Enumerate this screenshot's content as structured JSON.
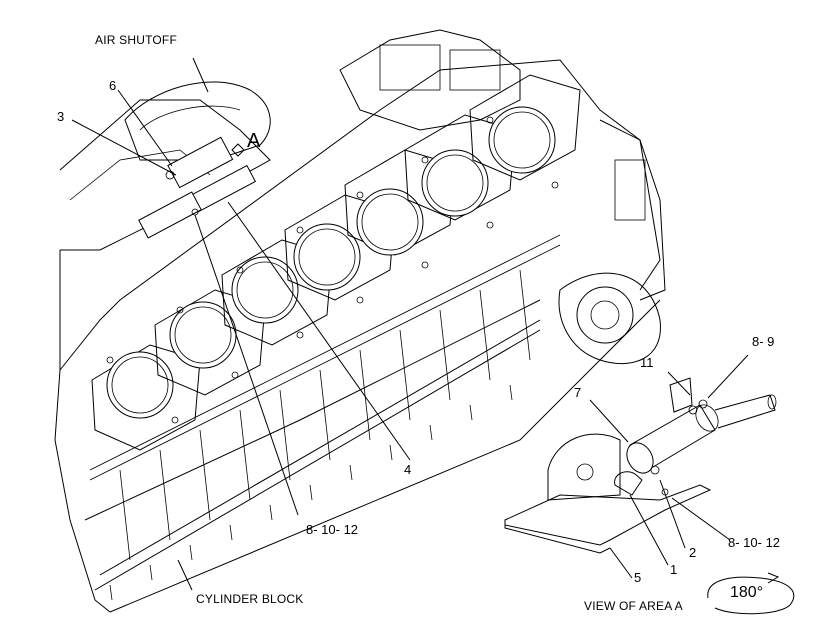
{
  "labels": {
    "air_shutoff": "AIR SHUTOFF",
    "cylinder_block": "CYLINDER BLOCK",
    "view_of_area": "VIEW OF AREA  A",
    "area_marker": "A",
    "rotation": "180°"
  },
  "callouts": {
    "c6": "6",
    "c3": "3",
    "c4": "4",
    "c8_10_12_main": "8- 10- 12",
    "c7": "7",
    "c11": "11",
    "c8_9": "8- 9",
    "c8_10_12_detail": "8- 10- 12",
    "c2": "2",
    "c1": "1",
    "c5": "5"
  }
}
